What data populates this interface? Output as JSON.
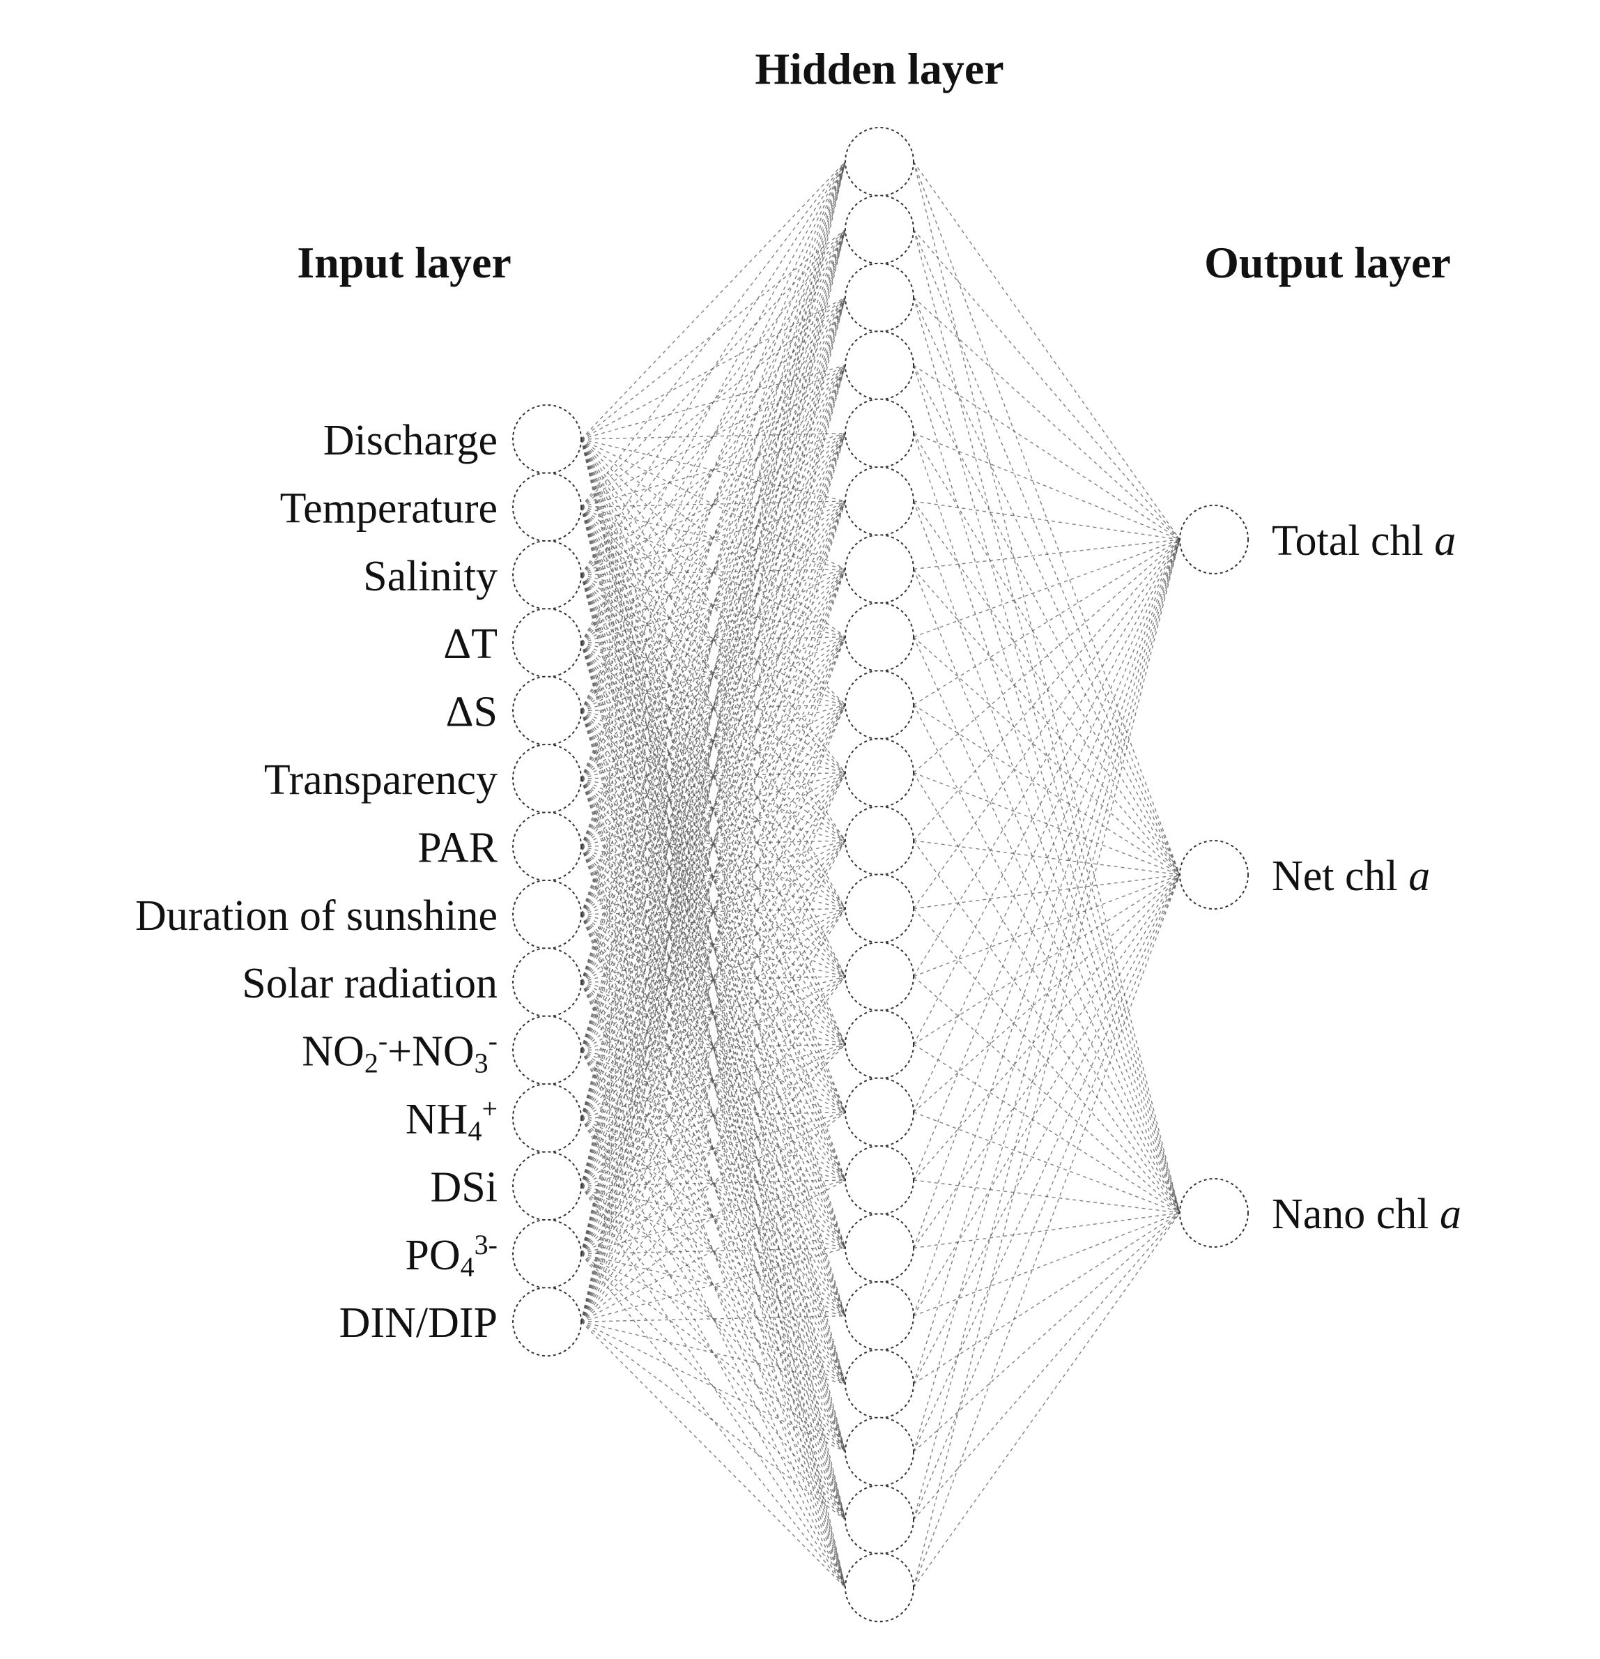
{
  "titles": {
    "input": "Input layer",
    "hidden": "Hidden layer",
    "output": "Output layer"
  },
  "input_nodes": [
    {
      "label": "Discharge"
    },
    {
      "label": "Temperature"
    },
    {
      "label": "Salinity"
    },
    {
      "label": "ΔT"
    },
    {
      "label": "ΔS"
    },
    {
      "label": "Transparency"
    },
    {
      "label": "PAR"
    },
    {
      "label": "Duration of sunshine"
    },
    {
      "label": "Solar radiation"
    },
    {
      "label": "NO2-+NO3-",
      "rich": [
        [
          "NO",
          ""
        ],
        [
          "2",
          "sub"
        ],
        [
          "-",
          "sup"
        ],
        [
          "+NO",
          ""
        ],
        [
          "3",
          "sub"
        ],
        [
          "-",
          "sup"
        ]
      ]
    },
    {
      "label": "NH4+",
      "rich": [
        [
          "NH",
          ""
        ],
        [
          "4",
          "sub"
        ],
        [
          "+",
          "sup"
        ]
      ]
    },
    {
      "label": "DSi"
    },
    {
      "label": "PO43-",
      "rich": [
        [
          "PO",
          ""
        ],
        [
          "4",
          "sub"
        ],
        [
          "3-",
          "sup"
        ]
      ]
    },
    {
      "label": "DIN/DIP"
    }
  ],
  "hidden_node_count": 22,
  "output_nodes": [
    {
      "label": "Total chl a",
      "rich": [
        [
          "Total chl ",
          ""
        ],
        [
          "a",
          "italic"
        ]
      ]
    },
    {
      "label": "Net chl a",
      "rich": [
        [
          "Net chl ",
          ""
        ],
        [
          "a",
          "italic"
        ]
      ]
    },
    {
      "label": "Nano chl a",
      "rich": [
        [
          "Nano chl ",
          ""
        ],
        [
          "a",
          "italic"
        ]
      ]
    }
  ]
}
